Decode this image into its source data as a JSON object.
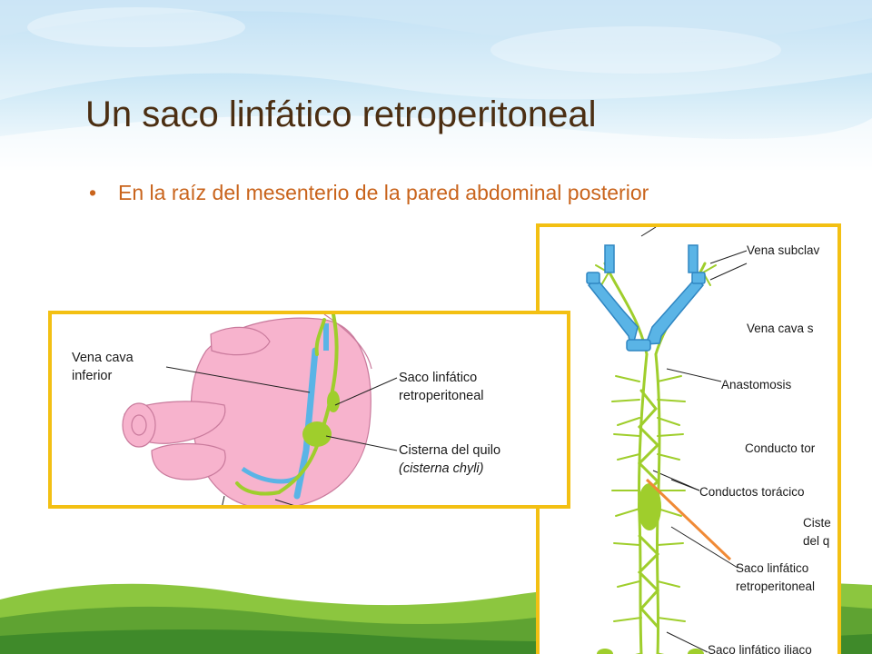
{
  "slide": {
    "title": "Un saco linfático retroperitoneal",
    "bullets": [
      "En la raíz del mesenterio de la pared abdominal posterior"
    ]
  },
  "figure_left": {
    "labels": {
      "vena_cava_1": "Vena cava",
      "vena_cava_2": "inferior",
      "saco_1": "Saco linfático",
      "saco_2": "retroperitoneal",
      "cisterna_1": "Cisterna del quilo",
      "cisterna_2": "(cisterna chyli)"
    }
  },
  "figure_right": {
    "labels": {
      "vena_subclavia": "Vena subclav",
      "vena_cava_s": "Vena cava s",
      "anastomosis": "Anastomosis",
      "conducto_tor": "Conducto tor",
      "conductos_toracicos": "Conductos torácico",
      "cisterna_1": "Ciste",
      "cisterna_2": "del q",
      "saco_1": "Saco linfático",
      "saco_2": "retroperitoneal",
      "saco_iliaco": "Saco linfático iliaco"
    }
  },
  "colors": {
    "title": "#4b2e12",
    "bullet_text": "#c9641c",
    "frame_border": "#f3c013",
    "lymph_green": "#9fce2c",
    "vein_blue": "#5ab4e6",
    "embryo_pink": "#f7b3cd",
    "pointer_orange": "#f08a36"
  }
}
